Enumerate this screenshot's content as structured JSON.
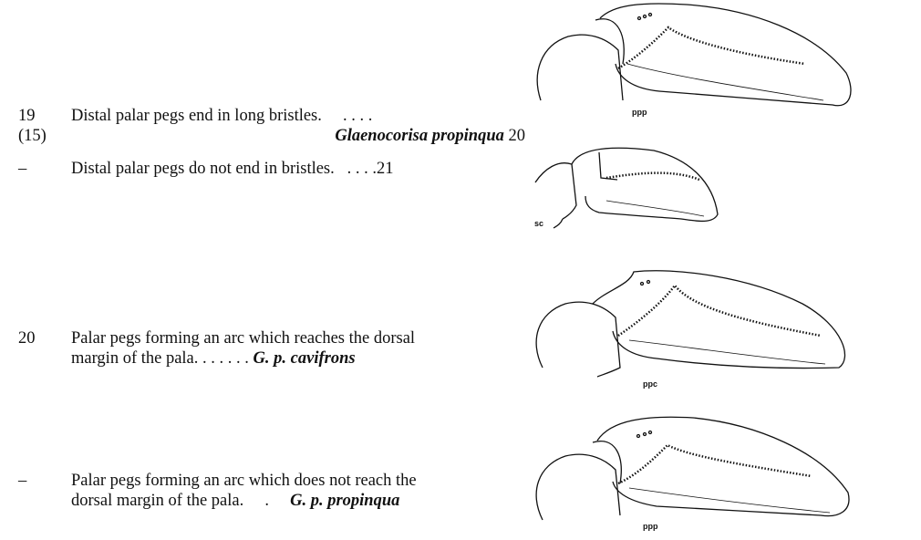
{
  "couplets": [
    {
      "number": "19",
      "ref": "(15)",
      "lead_text": "Distal palar pegs end in long bristles.",
      "lead_dots": ". . . .",
      "result_taxon": "Glaenocorisa propinqua",
      "result_goto": "20"
    },
    {
      "number": "–",
      "lead_text": "Distal palar pegs do not end in bristles.",
      "lead_dots": ". . . .",
      "result_goto": "21"
    },
    {
      "number": "20",
      "lead_text_line1": "Palar pegs forming an arc which reaches the dorsal",
      "lead_text_line2": "margin of the pala.",
      "lead_dots": ". . . . . .",
      "result_taxon": "G. p. cavifrons"
    },
    {
      "number": "–",
      "lead_text_line1": "Palar pegs forming an arc which does not reach the",
      "lead_text_line2": "dorsal margin of the pala.",
      "lead_dots": ".",
      "result_taxon": "G. p. propinqua"
    }
  ],
  "figure_labels": {
    "fig1": "ppp",
    "fig2": "sc",
    "fig3": "ppc",
    "fig4": "ppp"
  }
}
